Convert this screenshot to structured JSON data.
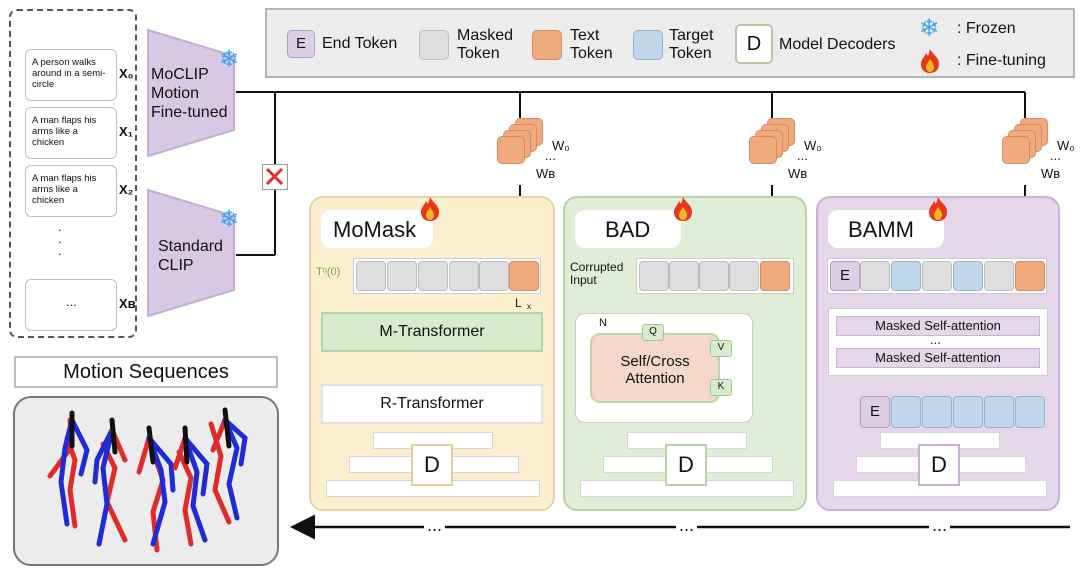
{
  "legend": {
    "end_token_letter": "E",
    "end_token_label": "End Token",
    "masked_token_label_1": "Masked",
    "masked_token_label_2": "Token",
    "text_token_label_1": "Text",
    "text_token_label_2": "Token",
    "target_token_label_1": "Target",
    "target_token_label_2": "Token",
    "decoder_letter": "D",
    "decoder_label": "Model Decoders",
    "frozen_label": ": Frozen",
    "finetune_label": ": Fine-tuning"
  },
  "captions": {
    "items": [
      {
        "text": "A person walks around in a semi-circle",
        "sub": "X₀"
      },
      {
        "text": "A man flaps his arms like a chicken",
        "sub": "X₁"
      },
      {
        "text": "A man flaps his arms like a chicken",
        "sub": "X₂"
      }
    ],
    "vdots": ".\n.\n.",
    "last_text": "...",
    "last_sub": "Xʙ"
  },
  "encoders": {
    "moclip_label_1": "MoCLIP",
    "moclip_label_2": "Motion",
    "moclip_label_3": "Fine-tuned",
    "clip_label_1": "Standard",
    "clip_label_2": "CLIP"
  },
  "word_labels": {
    "w0": "W₀",
    "dots": "...",
    "wb": "Wʙ"
  },
  "momask": {
    "title": "MoMask",
    "t_label": "Tᵒ(0)",
    "l_label": "L",
    "x_label": "x",
    "m_transformer": "M-Transformer",
    "r_transformer": "R-Transformer",
    "decoder": "D"
  },
  "bad": {
    "title": "BAD",
    "corrupted_1": "Corrupted",
    "corrupted_2": "Input",
    "n_label": "N",
    "q": "Q",
    "v": "V",
    "k": "K",
    "attn_1": "Self/Cross",
    "attn_2": "Attention",
    "decoder": "D"
  },
  "bamm": {
    "title": "BAMM",
    "e_in": "E",
    "masked_attn_1": "Masked Self-attention",
    "masked_attn_dots": "...",
    "masked_attn_2": "Masked Self-attention",
    "e_out": "E",
    "decoder": "D"
  },
  "motion": {
    "title": "Motion Sequences"
  },
  "bottom_arrow": {
    "dots_1": "...",
    "dots_2": "...",
    "dots_3": "..."
  },
  "colors": {
    "red": "#e02b2b",
    "blue": "#1f2bd6",
    "black": "#111111"
  }
}
